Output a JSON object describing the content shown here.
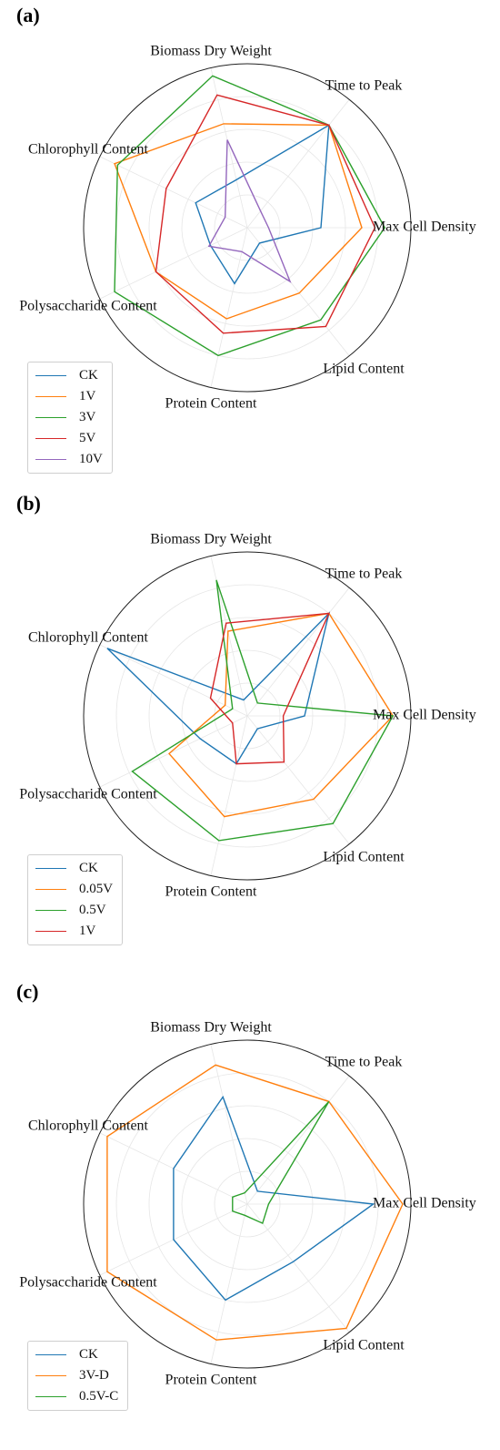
{
  "chart_data": [
    {
      "type": "radar",
      "panel_label": "(a)",
      "axes": [
        "Max Cell Density",
        "Time to Peak",
        "Biomass Dry Weight",
        "Chlorophyll Content",
        "Polysaccharide Content",
        "Protein Content",
        "Lipid Content"
      ],
      "rlim": [
        0,
        1
      ],
      "grid": true,
      "legend_position": "lower-left",
      "series": [
        {
          "name": "CK",
          "color": "#1f77b4",
          "values": [
            0.45,
            0.8,
            0.3,
            0.35,
            0.25,
            0.35,
            0.12
          ]
        },
        {
          "name": "1V",
          "color": "#ff7f0e",
          "values": [
            0.7,
            0.8,
            0.65,
            0.9,
            0.62,
            0.57,
            0.51
          ]
        },
        {
          "name": "3V",
          "color": "#2ca02c",
          "values": [
            0.84,
            0.8,
            0.95,
            0.88,
            0.9,
            0.8,
            0.72
          ]
        },
        {
          "name": "5V",
          "color": "#d62728",
          "values": [
            0.78,
            0.8,
            0.83,
            0.55,
            0.62,
            0.66,
            0.77
          ]
        },
        {
          "name": "10V",
          "color": "#9467bd",
          "values": [
            0.13,
            0.13,
            0.55,
            0.15,
            0.26,
            0.15,
            0.42
          ]
        }
      ]
    },
    {
      "type": "radar",
      "panel_label": "(b)",
      "axes": [
        "Max Cell Density",
        "Time to Peak",
        "Biomass Dry Weight",
        "Chlorophyll Content",
        "Polysaccharide Content",
        "Protein Content",
        "Lipid Content"
      ],
      "rlim": [
        0,
        1
      ],
      "grid": true,
      "legend_position": "lower-left",
      "series": [
        {
          "name": "CK",
          "color": "#1f77b4",
          "values": [
            0.35,
            0.8,
            0.1,
            0.95,
            0.32,
            0.3,
            0.1
          ]
        },
        {
          "name": "0.05V",
          "color": "#ff7f0e",
          "values": [
            0.89,
            0.8,
            0.53,
            0.15,
            0.53,
            0.63,
            0.65
          ]
        },
        {
          "name": "0.5V",
          "color": "#2ca02c",
          "values": [
            0.89,
            0.1,
            0.85,
            0.1,
            0.78,
            0.78,
            0.84
          ]
        },
        {
          "name": "1V",
          "color": "#d62728",
          "values": [
            0.22,
            0.8,
            0.58,
            0.25,
            0.1,
            0.3,
            0.36
          ]
        }
      ]
    },
    {
      "type": "radar",
      "panel_label": "(c)",
      "axes": [
        "Max Cell Density",
        "Time to Peak",
        "Biomass Dry Weight",
        "Chlorophyll Content",
        "Polysaccharide Content",
        "Protein Content",
        "Lipid Content"
      ],
      "rlim": [
        0,
        1
      ],
      "grid": true,
      "legend_position": "lower-left",
      "series": [
        {
          "name": "CK",
          "color": "#1f77b4",
          "values": [
            0.77,
            0.1,
            0.67,
            0.5,
            0.5,
            0.6,
            0.45
          ]
        },
        {
          "name": "3V-D",
          "color": "#ff7f0e",
          "values": [
            0.95,
            0.8,
            0.87,
            0.95,
            0.95,
            0.85,
            0.97
          ]
        },
        {
          "name": "0.5V-C",
          "color": "#2ca02c",
          "values": [
            0.13,
            0.8,
            0.07,
            0.1,
            0.1,
            0.07,
            0.15
          ]
        }
      ]
    }
  ]
}
